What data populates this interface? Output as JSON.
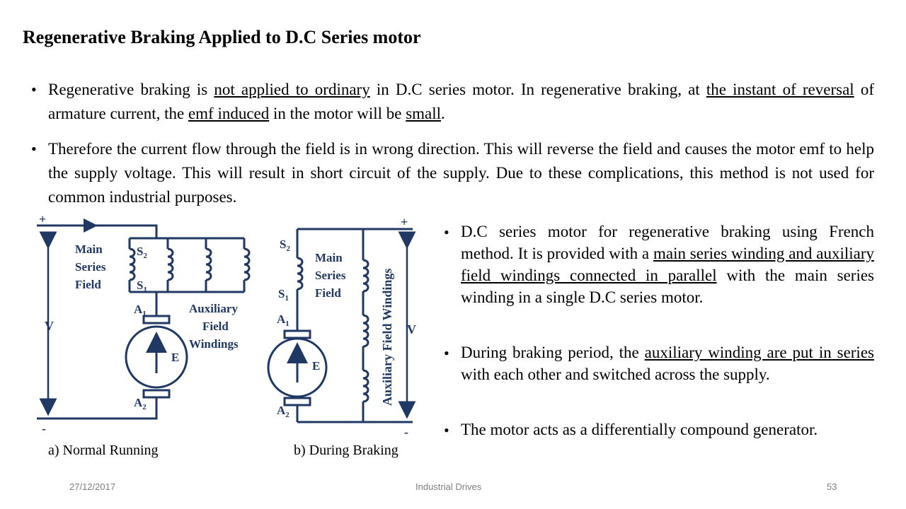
{
  "slide": {
    "title": "Regenerative Braking Applied to D.C Series motor"
  },
  "bullets_top": [
    {
      "parts": [
        {
          "text": "Regenerative braking is ",
          "u": false
        },
        {
          "text": "not applied to ordinary",
          "u": true
        },
        {
          "text": " in D.C series motor. In regenerative braking, at ",
          "u": false
        },
        {
          "text": "the instant of reversal",
          "u": true
        },
        {
          "text": " of armature current, the ",
          "u": false
        },
        {
          "text": "emf induced",
          "u": true
        },
        {
          "text": " in the motor will be ",
          "u": false
        },
        {
          "text": "small",
          "u": true
        },
        {
          "text": ".",
          "u": false
        }
      ]
    },
    {
      "parts": [
        {
          "text": "Therefore the current flow through the field is in wrong direction. This will reverse the field and causes the motor emf to help the supply voltage. This will result in short circuit of the supply. Due to these complications, this method is not used for common industrial purposes.",
          "u": false
        }
      ]
    }
  ],
  "bullets_right": [
    {
      "parts": [
        {
          "text": "D.C series motor for regenerative braking using French method. It is provided with a ",
          "u": false
        },
        {
          "text": "main series winding and auxiliary field windings connected in parallel",
          "u": true
        },
        {
          "text": " with the main series winding in a single D.C series motor.",
          "u": false
        }
      ]
    },
    {
      "parts": [
        {
          "text": "During braking period, the ",
          "u": false
        },
        {
          "text": "auxiliary winding are put in series",
          "u": true
        },
        {
          "text": " with each other and switched across the supply.",
          "u": false
        }
      ]
    },
    {
      "parts": [
        {
          "text": "The motor acts as a differentially compound generator.",
          "u": false
        }
      ]
    }
  ],
  "diagram_a": {
    "plus": "+",
    "minus": "-",
    "v_label": "V",
    "main_series_field": [
      "Main",
      "Series",
      "Field"
    ],
    "s2": "S",
    "s2_sub": "2",
    "s1": "S",
    "s1_sub": "1",
    "a1": "A",
    "a1_sub": "1",
    "a2": "A",
    "a2_sub": "2",
    "e_label": "E",
    "aux_label": [
      "Auxiliary",
      "Field",
      "Windings"
    ],
    "caption": "a) Normal Running"
  },
  "diagram_b": {
    "plus": "+",
    "minus": "-",
    "v_label": "V",
    "main_series_field": [
      "Main",
      "Series",
      "Field"
    ],
    "s2": "S",
    "s2_sub": "2",
    "s1": "S",
    "s1_sub": "1",
    "a1": "A",
    "a1_sub": "1",
    "a2": "A",
    "a2_sub": "2",
    "e_label": "E",
    "aux_label": "Auxiliary Field Windings",
    "caption": "b) During Braking"
  },
  "footer": {
    "date": "27/12/2017",
    "center": "Industrial Drives",
    "page": "53"
  },
  "colors": {
    "diagram": "#1f3864",
    "footer": "#7f7f7f"
  }
}
